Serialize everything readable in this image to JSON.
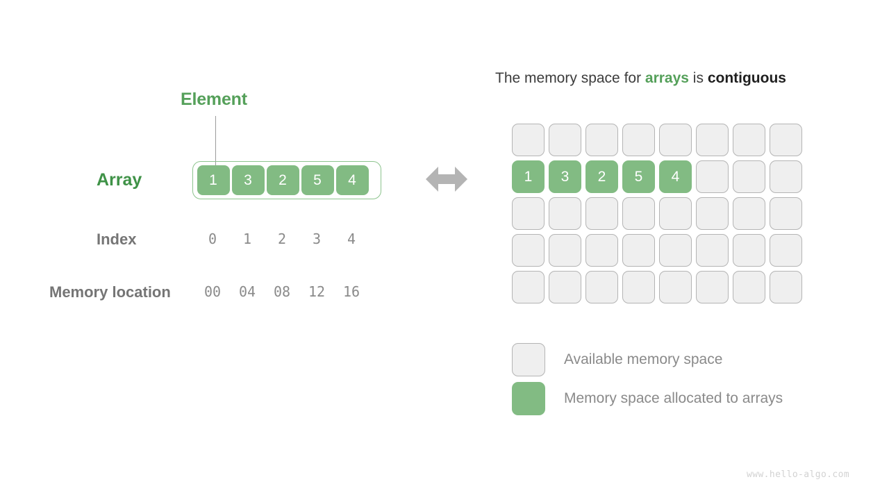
{
  "left_panel": {
    "element_label": "Element",
    "array_label": "Array",
    "index_label": "Index",
    "memory_location_label": "Memory location",
    "array_values": [
      "1",
      "3",
      "2",
      "5",
      "4"
    ],
    "index_values": [
      "0",
      "1",
      "2",
      "3",
      "4"
    ],
    "memory_locations": [
      "00",
      "04",
      "08",
      "12",
      "16"
    ],
    "arrow_icon": "double-headed-arrow-icon"
  },
  "right_panel": {
    "title": {
      "part1": "The memory space for ",
      "highlight_green": "arrays",
      "part2": " is ",
      "highlight_bold": "contiguous"
    },
    "grid": {
      "columns": 8,
      "rows": 5,
      "allocated_row_index": 1,
      "allocated_start_column": 0,
      "allocated_values": [
        "1",
        "3",
        "2",
        "5",
        "4"
      ]
    },
    "legend": [
      {
        "swatch": "free",
        "label": "Available memory space"
      },
      {
        "swatch": "used",
        "label": "Memory space allocated to arrays"
      }
    ]
  },
  "footer": {
    "watermark": "www.hello-algo.com"
  },
  "colors": {
    "green_fill": "#82bb83",
    "green_dark_text": "#3f9247",
    "green_label": "#55a05a",
    "gray_text": "#8a8a8a",
    "gray_label": "#757575",
    "free_cell_fill": "#efefef",
    "free_cell_border": "#b4b4b4",
    "arrow_gray": "#b4b4b4"
  }
}
